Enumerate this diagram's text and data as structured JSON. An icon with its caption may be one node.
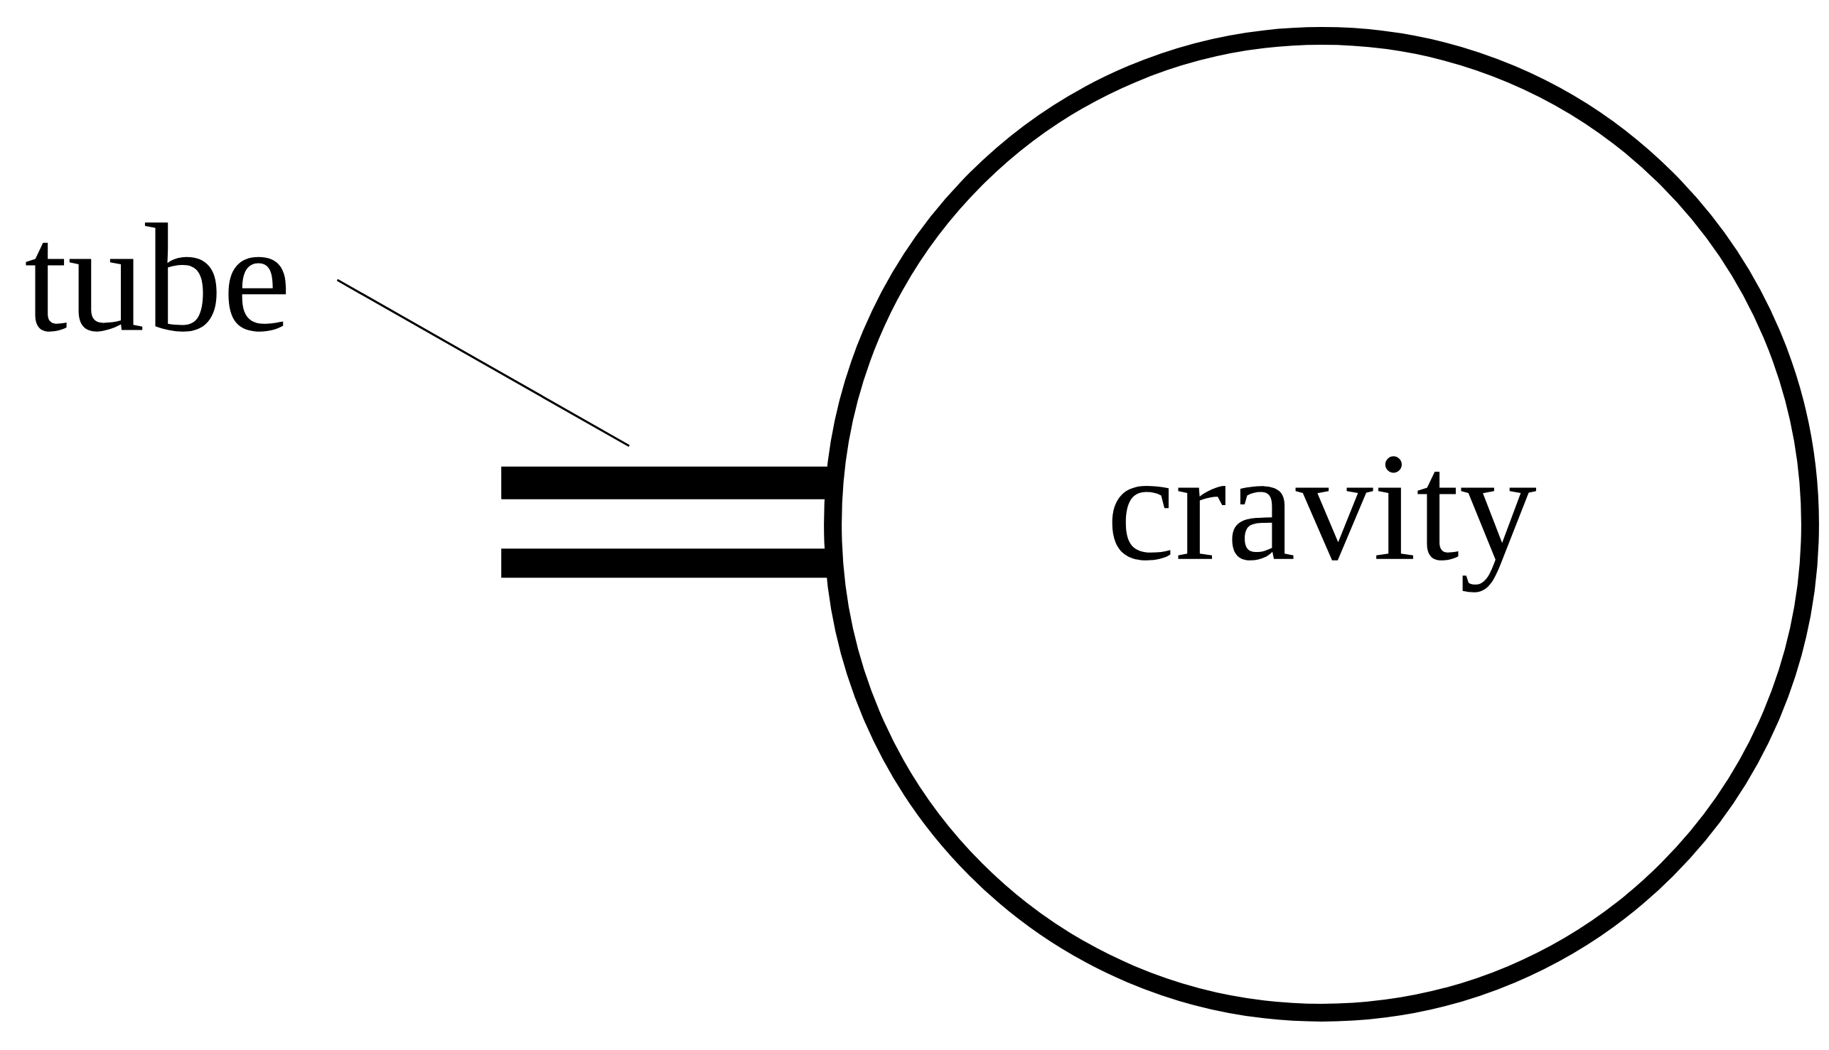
{
  "diagram": {
    "nodes": [
      {
        "text": [
          "tube"
        ]
      },
      {
        "text": [],
        "shape": "bar"
      },
      {
        "text": [
          "cravity"
        ]
      }
    ],
    "edges": [
      {
        "from": 0,
        "to": 1,
        "arrow": "none"
      }
    ]
  }
}
